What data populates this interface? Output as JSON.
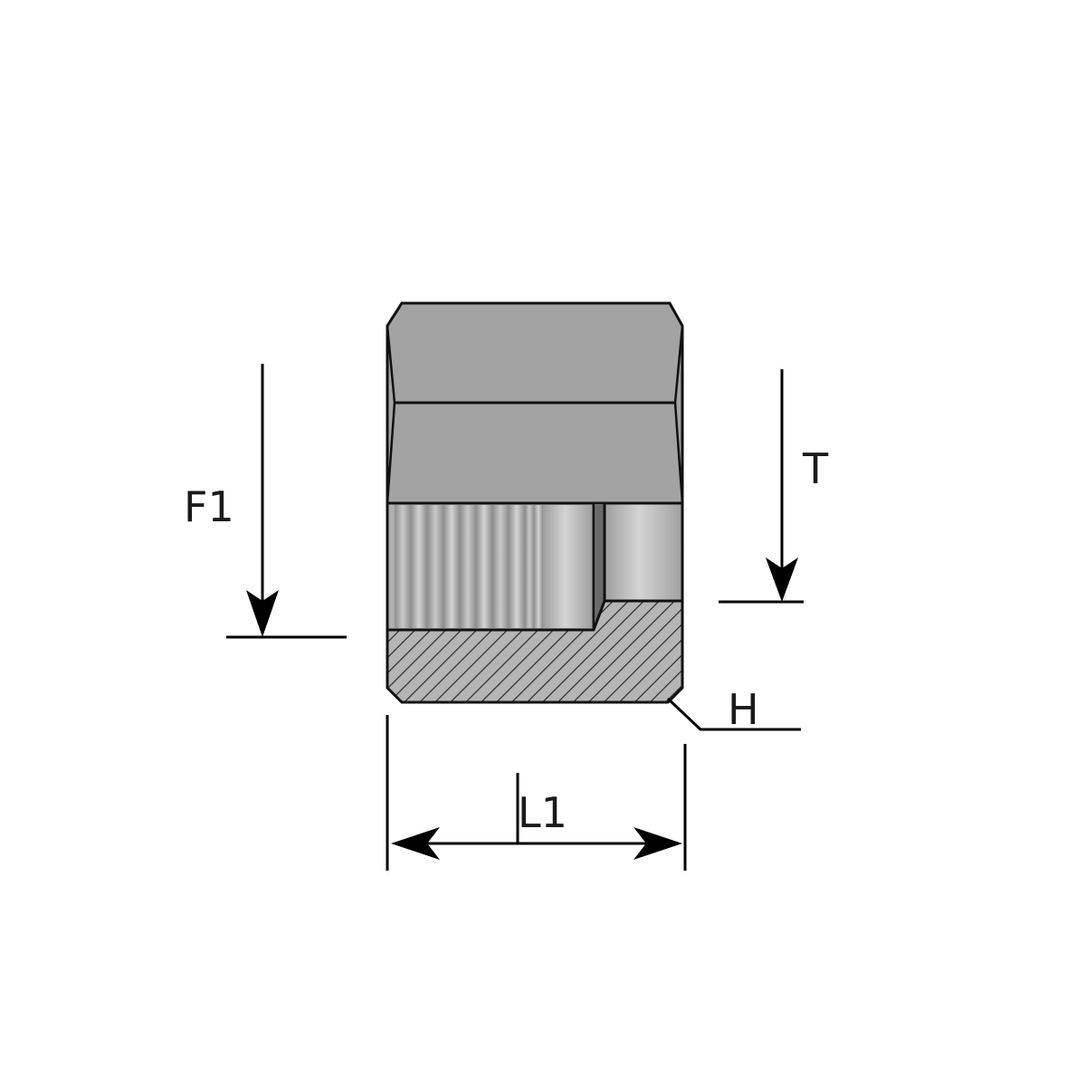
{
  "labels": {
    "f1": "F1",
    "t": "T",
    "h": "H",
    "l1": "L1"
  },
  "colors": {
    "body_gray": "#a3a3a3",
    "bore_gray": "#bcbcbc",
    "outline": "#111111",
    "hatch": "#2a2a2a",
    "section_fill": "#b5b5b5"
  }
}
